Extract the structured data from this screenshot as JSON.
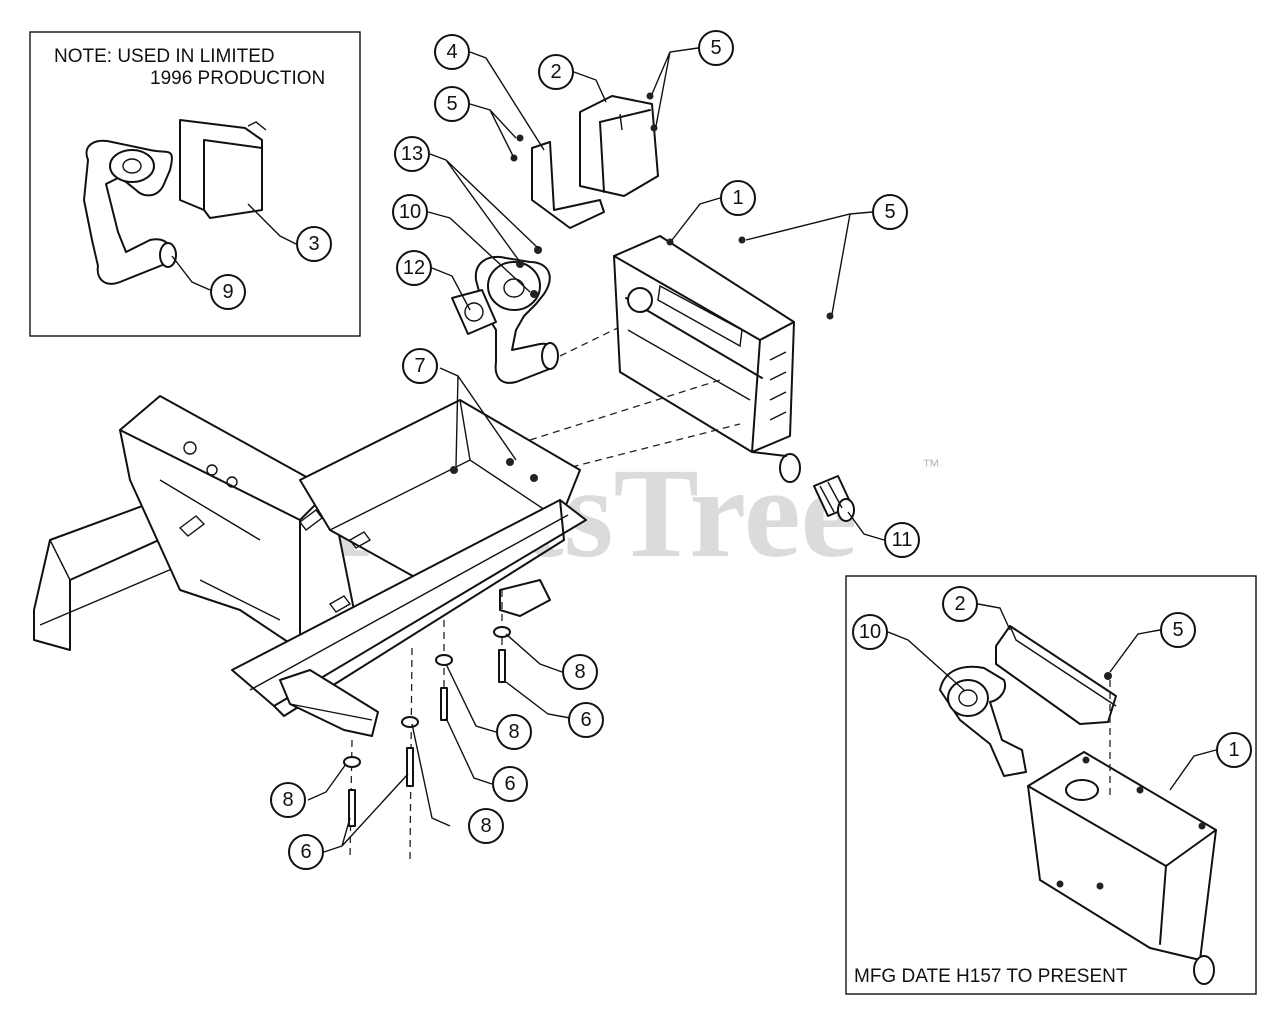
{
  "watermark": {
    "text": "PartsTree",
    "mark": "™"
  },
  "insets": {
    "top_left_note_line1": "NOTE:  USED IN LIMITED",
    "top_left_note_line2": "1996 PRODUCTION",
    "bottom_right_label": "MFG DATE H157 TO PRESENT"
  },
  "callouts": [
    {
      "id": "c-4-top",
      "label": "4"
    },
    {
      "id": "c-2-top",
      "label": "2"
    },
    {
      "id": "c-5-topright",
      "label": "5"
    },
    {
      "id": "c-5-left",
      "label": "5"
    },
    {
      "id": "c-13",
      "label": "13"
    },
    {
      "id": "c-1-main",
      "label": "1"
    },
    {
      "id": "c-5-muffler",
      "label": "5"
    },
    {
      "id": "c-10-main",
      "label": "10"
    },
    {
      "id": "c-12",
      "label": "12"
    },
    {
      "id": "c-3",
      "label": "3"
    },
    {
      "id": "c-9",
      "label": "9"
    },
    {
      "id": "c-7",
      "label": "7"
    },
    {
      "id": "c-11",
      "label": "11"
    },
    {
      "id": "c-8-a",
      "label": "8"
    },
    {
      "id": "c-6-a",
      "label": "6"
    },
    {
      "id": "c-8-b",
      "label": "8"
    },
    {
      "id": "c-6-b",
      "label": "6"
    },
    {
      "id": "c-8-c",
      "label": "8"
    },
    {
      "id": "c-8-d",
      "label": "8"
    },
    {
      "id": "c-6-c",
      "label": "6"
    },
    {
      "id": "c-2-inset",
      "label": "2"
    },
    {
      "id": "c-10-inset",
      "label": "10"
    },
    {
      "id": "c-5-inset",
      "label": "5"
    },
    {
      "id": "c-1-inset",
      "label": "1"
    }
  ]
}
